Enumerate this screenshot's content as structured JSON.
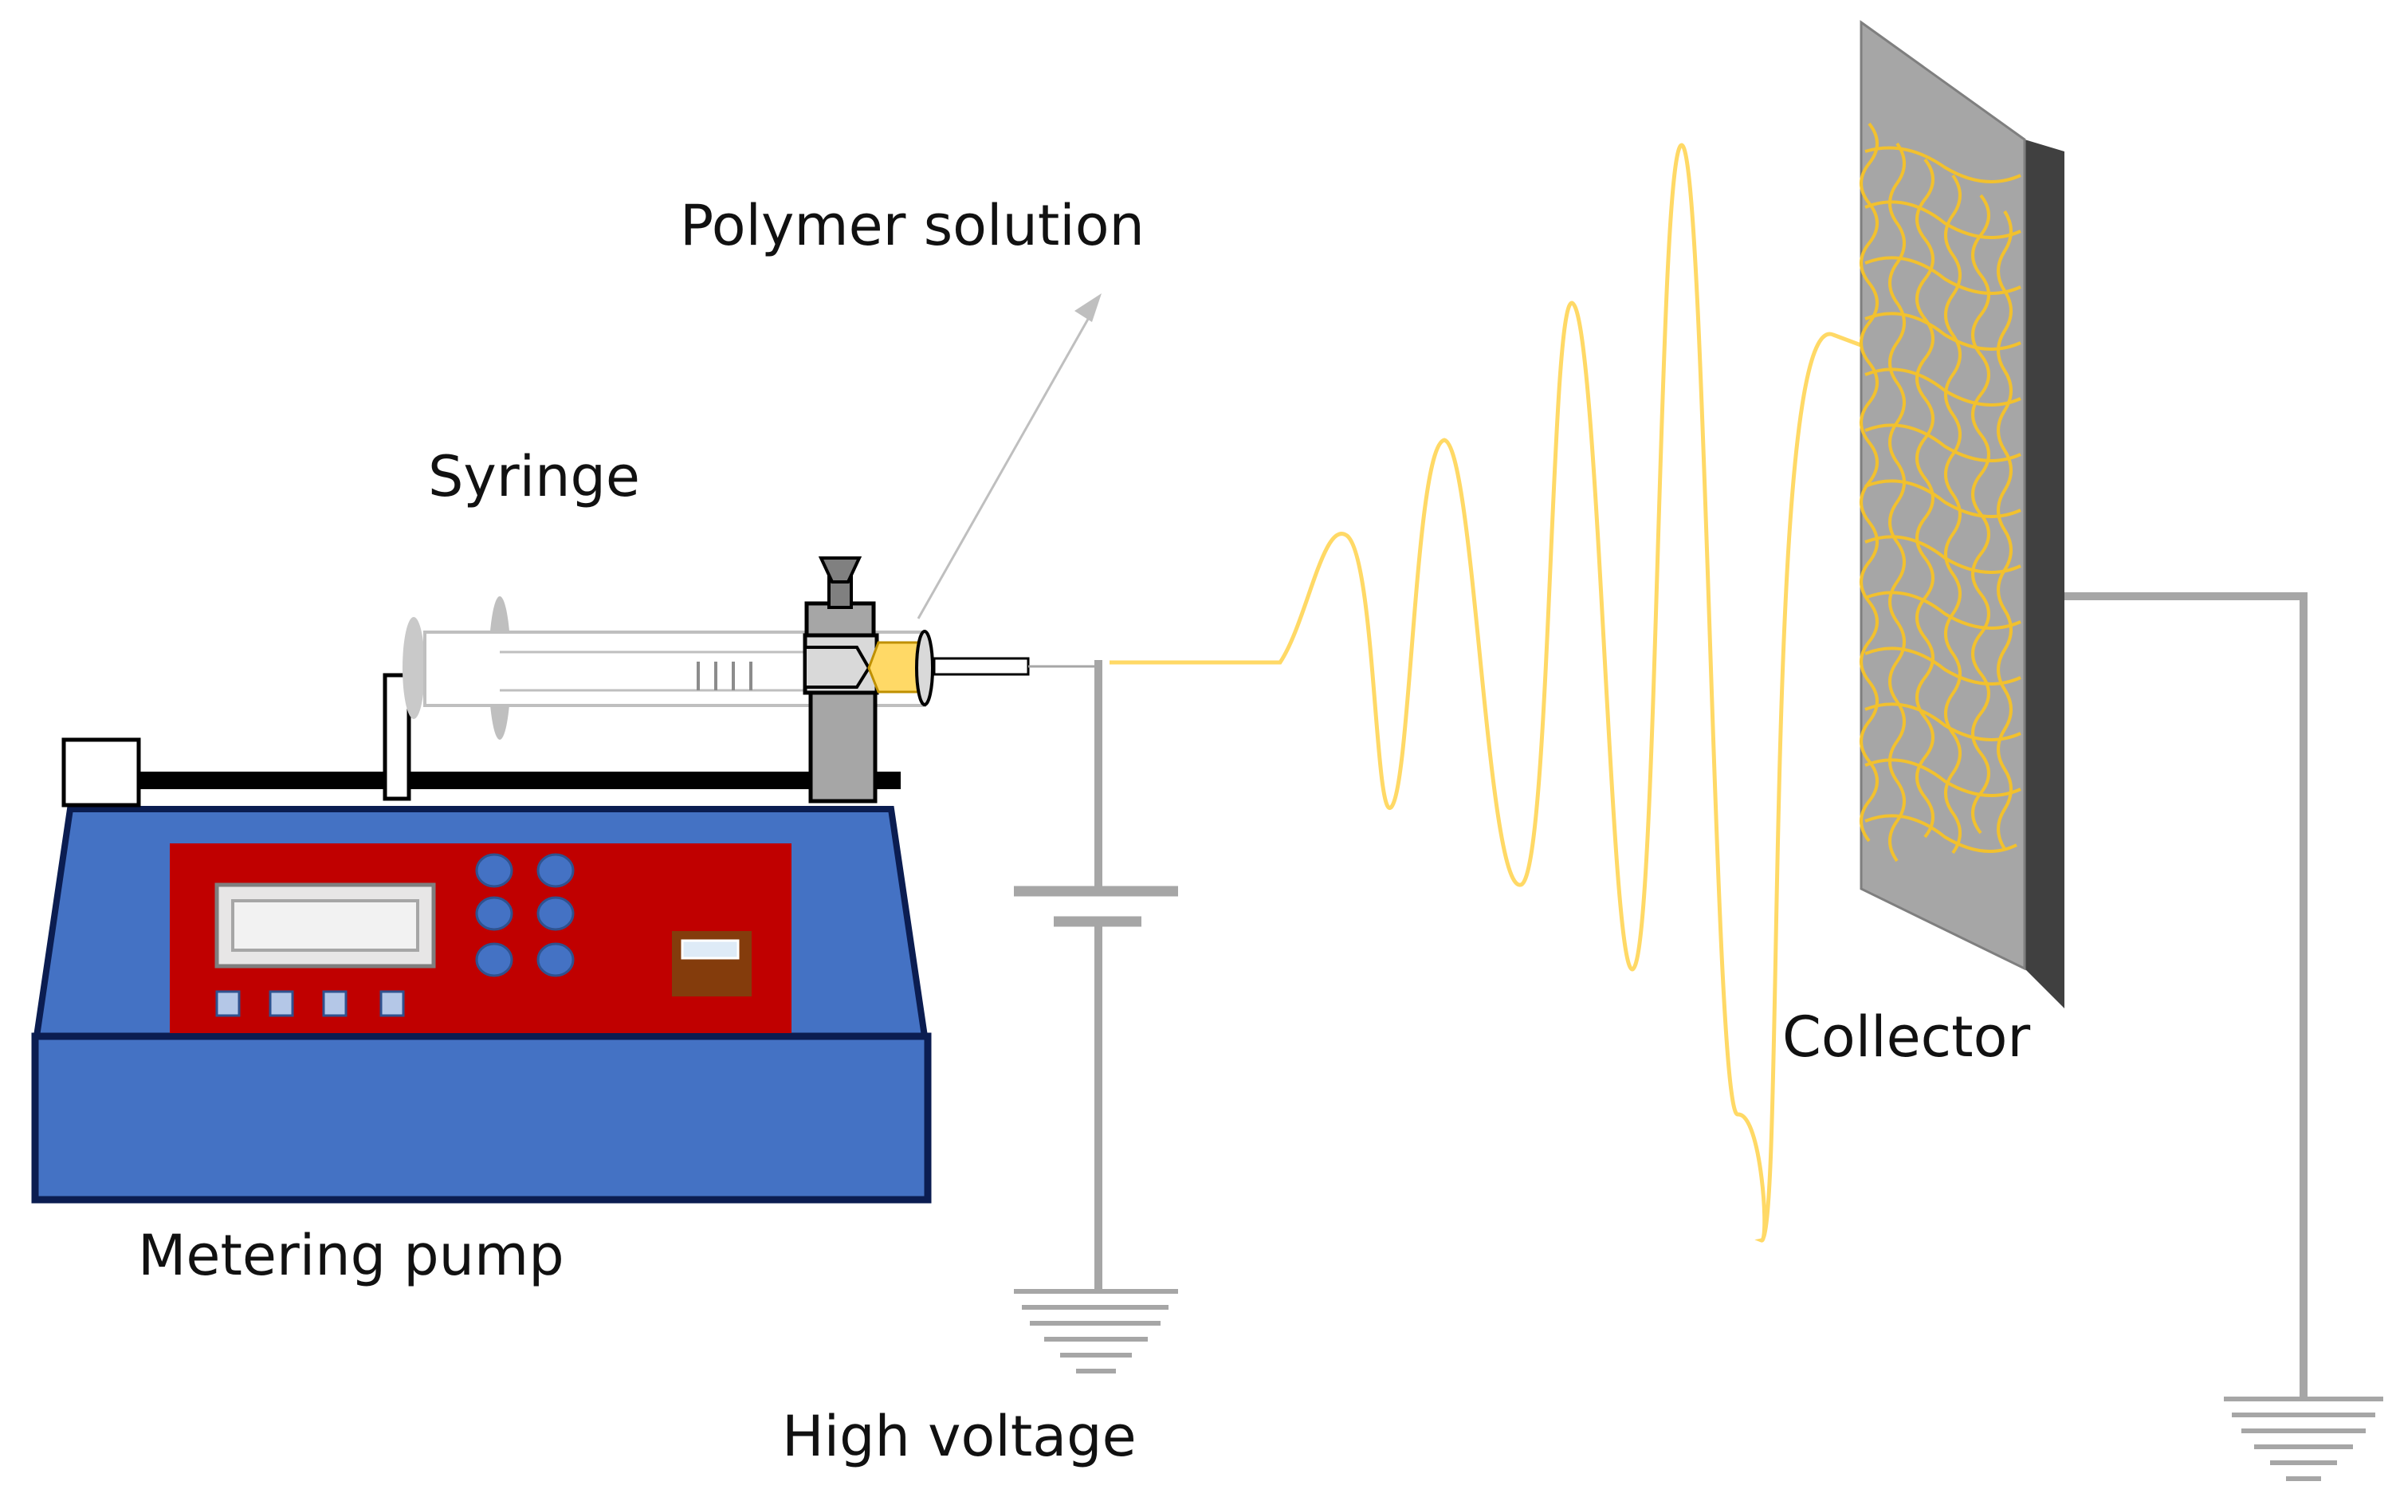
{
  "labels": {
    "polymer_solution": "Polymer solution",
    "syringe": "Syringe",
    "metering_pump": "Metering pump",
    "high_voltage": "High voltage",
    "collector": "Collector"
  },
  "colors": {
    "pump_body": "#4472C4",
    "pump_outline": "#0B1D51",
    "control_panel": "#C00000",
    "button": "#4472C4",
    "fiber": "#FFD966",
    "fiber_mesh": "#F2C12E",
    "wire": "#A6A6A6",
    "collector_plate": "#A6A6A6",
    "collector_edge": "#404040",
    "display_box": "#843C0C"
  },
  "icons": {
    "power_source": "battery-icon",
    "earth": "ground-icon"
  }
}
